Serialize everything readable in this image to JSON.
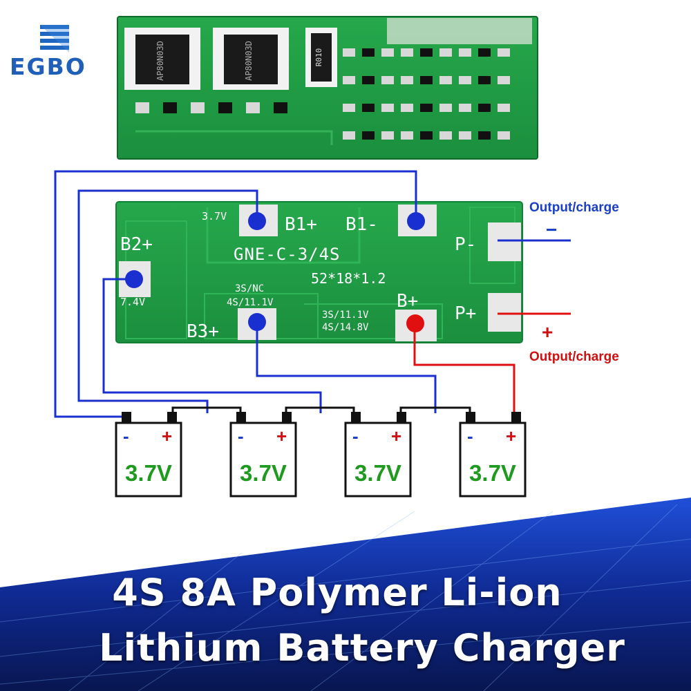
{
  "brand": {
    "name": "EGBO"
  },
  "board": {
    "model": "GNE-C-3/4S",
    "dimensions": "52*18*1.2",
    "pads": {
      "b1_plus": "B1+",
      "b1_minus": "B1-",
      "b2_plus": "B2+",
      "b3_plus": "B3+",
      "b_plus": "B+",
      "p_minus": "P-",
      "p_plus": "P+"
    },
    "voltage_labels": {
      "b1": "3.7V",
      "b2": "7.4V",
      "b3_line1": "3S/NC",
      "b3_line2": "4S/11.1V",
      "bplus_line1": "3S/11.1V",
      "bplus_line2": "4S/14.8V"
    }
  },
  "outputs": {
    "negative_label": "Output/charge",
    "negative_sign": "−",
    "positive_label": "Output/charge",
    "positive_sign": "+"
  },
  "cells": [
    {
      "voltage": "3.7V",
      "minus": "-",
      "plus": "+"
    },
    {
      "voltage": "3.7V",
      "minus": "-",
      "plus": "+"
    },
    {
      "voltage": "3.7V",
      "minus": "-",
      "plus": "+"
    },
    {
      "voltage": "3.7V",
      "minus": "-",
      "plus": "+"
    }
  ],
  "top_board": {
    "chip1": "AP80N03D",
    "chip2": "AP80N03D",
    "resistor": "R010"
  },
  "title": {
    "line1": "4S 8A Polymer Li-ion",
    "line2": "Lithium Battery Charger"
  },
  "colors": {
    "pcb": "#1f9a44",
    "wire_blue": "#1a2fd0",
    "wire_red": "#e01010",
    "cell_green": "#1e9a1e",
    "label_blue": "#1a40c8",
    "label_red": "#d01010",
    "bg_dark": "#0a1550"
  }
}
